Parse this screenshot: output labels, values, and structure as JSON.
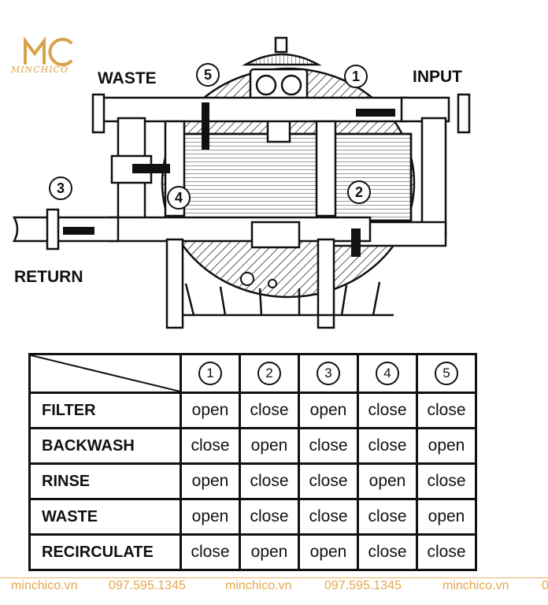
{
  "brand": {
    "name": "MINCHICO",
    "color": "#d8a24a"
  },
  "diagram": {
    "labels": {
      "waste": "WASTE",
      "input": "INPUT",
      "return": "RETURN"
    },
    "valves": [
      "1",
      "2",
      "3",
      "4",
      "5"
    ]
  },
  "table": {
    "columns": [
      "1",
      "2",
      "3",
      "4",
      "5"
    ],
    "rows": [
      {
        "mode": "FILTER",
        "states": [
          "open",
          "close",
          "open",
          "close",
          "close"
        ]
      },
      {
        "mode": "BACKWASH",
        "states": [
          "close",
          "open",
          "close",
          "close",
          "open"
        ]
      },
      {
        "mode": "RINSE",
        "states": [
          "open",
          "close",
          "close",
          "open",
          "close"
        ]
      },
      {
        "mode": "WASTE",
        "states": [
          "open",
          "close",
          "close",
          "close",
          "open"
        ]
      },
      {
        "mode": "RECIRCULATE",
        "states": [
          "close",
          "open",
          "open",
          "close",
          "close"
        ]
      }
    ]
  },
  "watermark": {
    "items": [
      "minchico.vn",
      "097.595.1345",
      "minchico.vn",
      "097.595.1345",
      "minchico.vn",
      "0"
    ],
    "color": "#e5a84d"
  }
}
